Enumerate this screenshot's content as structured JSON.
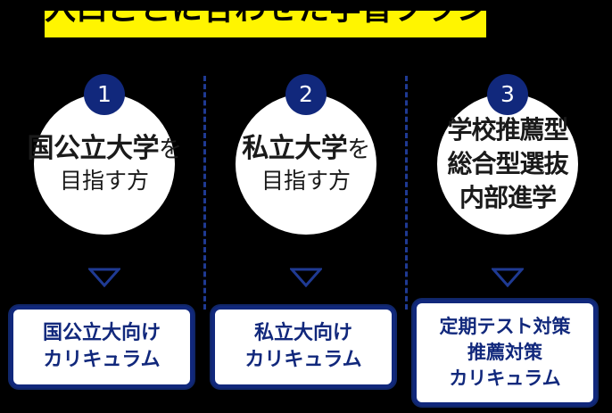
{
  "title": {
    "text": "入口ごとに合わせた学習プラン",
    "highlight_color": "#fff500",
    "text_color": "#000000"
  },
  "theme": {
    "background": "#000000",
    "accent_navy": "#11287c",
    "divider_blue": "#1f3a93",
    "card_background": "#ffffff"
  },
  "columns": [
    {
      "badge": "1",
      "circle_lines": [
        "国公立大学",
        "を",
        "目指す方"
      ],
      "circle_line_1_main": "国公立大学",
      "circle_line_1_tail": "を",
      "circle_line_2": "目指す方",
      "arrow": "down-triangle",
      "box_lines": [
        "国公立大向け",
        "カリキュラム"
      ]
    },
    {
      "badge": "2",
      "circle_lines": [
        "私立大学",
        "を",
        "目指す方"
      ],
      "circle_line_1_main": "私立大学",
      "circle_line_1_tail": "を",
      "circle_line_2": "目指す方",
      "arrow": "down-triangle",
      "box_lines": [
        "私立大向け",
        "カリキュラム"
      ]
    },
    {
      "badge": "3",
      "circle_lines": [
        "学校推薦型",
        "総合型選抜",
        "内部進学"
      ],
      "circle_line_1": "学校推薦型",
      "circle_line_2": "総合型選抜",
      "circle_line_3": "内部進学",
      "arrow": "down-triangle",
      "box_lines": [
        "定期テスト対策",
        "推薦対策",
        "カリキュラム"
      ]
    }
  ]
}
